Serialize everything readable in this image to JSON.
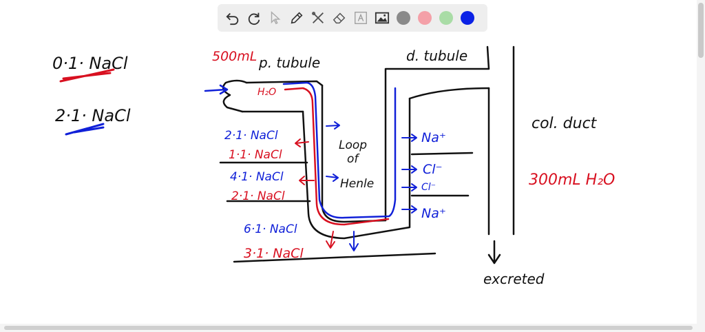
{
  "toolbar": {
    "tools": [
      {
        "name": "undo-icon"
      },
      {
        "name": "redo-icon"
      },
      {
        "name": "pointer-icon"
      },
      {
        "name": "pen-icon"
      },
      {
        "name": "tools-icon"
      },
      {
        "name": "eraser-icon"
      },
      {
        "name": "text-icon"
      },
      {
        "name": "image-icon"
      }
    ],
    "colors": [
      "#8a8a8a",
      "#f4a0a8",
      "#a9dca6",
      "#0b22e6"
    ]
  },
  "labels": {
    "left_top": "0·1· NaCl",
    "left_bottom": "2·1· NaCl",
    "volume_in": "500mL",
    "p_tubule": "p. tubule",
    "d_tubule": "d. tubule",
    "h2o": "H₂O",
    "loop_1": "Loop",
    "loop_2": "of",
    "loop_3": "Henle",
    "col_duct": "col. duct",
    "volume_out": "300mL H₂O",
    "excreted": "excreted",
    "na_1": "Na⁺",
    "cl_1": "Cl⁻",
    "cl_2": "Cl⁻",
    "na_2": "Na⁺",
    "blue_2": "2·1· NaCl",
    "red_1": "1·1· NaCl",
    "blue_4": "4·1· NaCl",
    "red_2": "2·1· NaCl",
    "blue_6": "6·1· NaCl",
    "red_3": "3·1· NaCl"
  },
  "colors": {
    "black": "#111111",
    "blue": "#1020d8",
    "red": "#d81020"
  }
}
